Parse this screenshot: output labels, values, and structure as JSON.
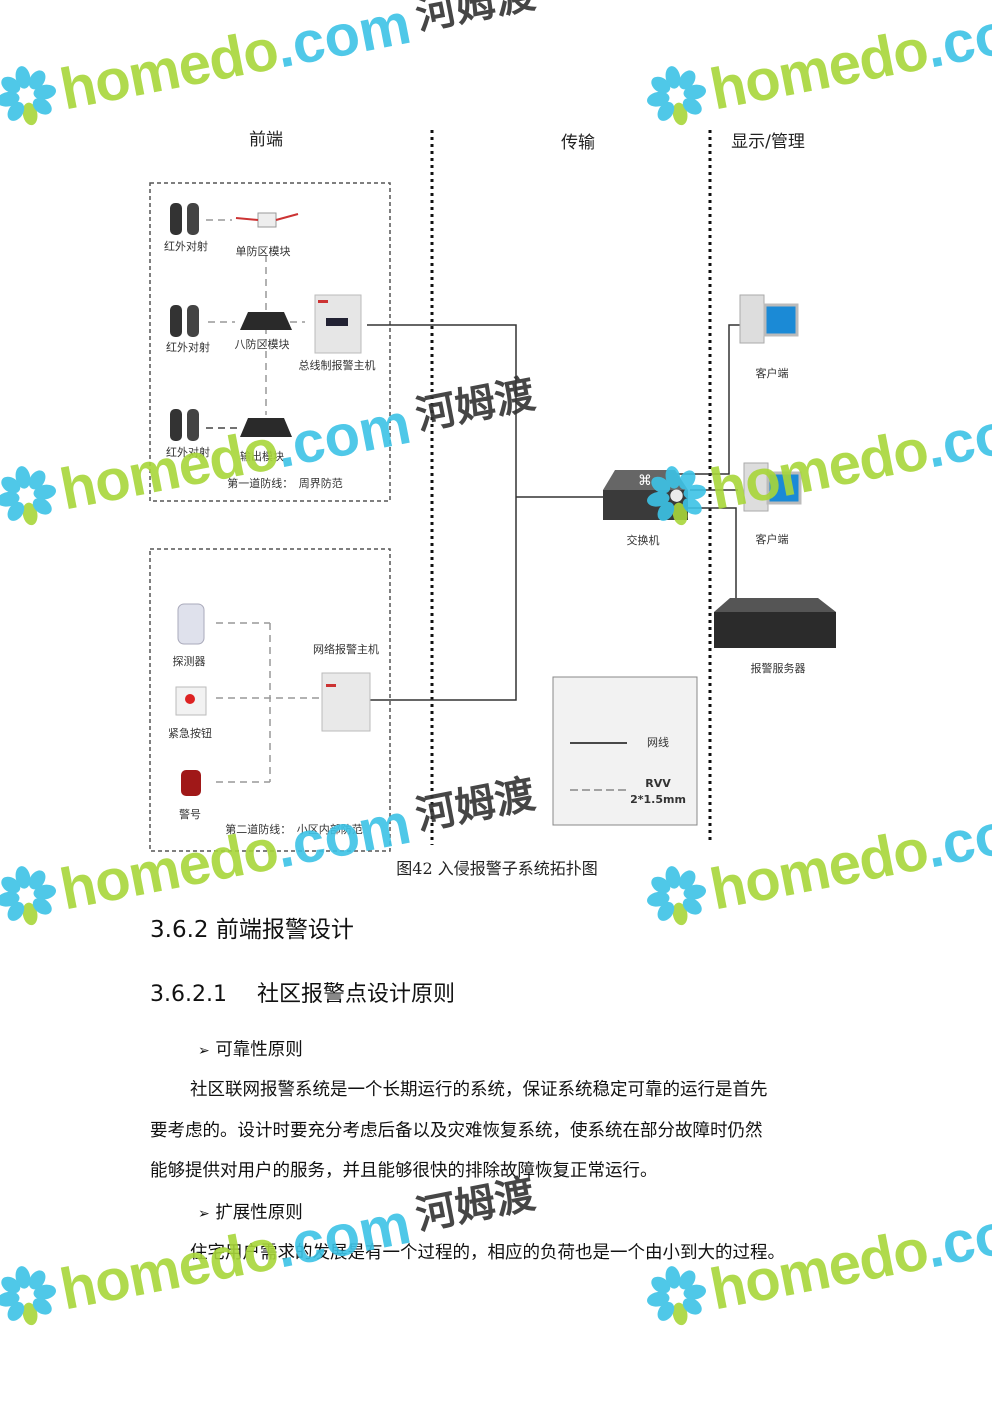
{
  "diagram": {
    "columns": {
      "front": "前端",
      "transmission": "传输",
      "display": "显示/管理"
    },
    "zone1": {
      "ir1": "红外对射",
      "single_module": "单防区模块",
      "ir2": "红外对射",
      "eight_module": "八防区模块",
      "bus_host": "总线制报警主机",
      "ir3": "红外对射",
      "output_module": "输出模块",
      "title": "第一道防线：　周界防范"
    },
    "zone2": {
      "detector": "探测器",
      "panic_button": "紧急按钮",
      "siren": "警号",
      "network_host": "网络报警主机",
      "title": "第二道防线：　小区内部防范"
    },
    "switch": "交换机",
    "client1": "客户端",
    "client2": "客户端",
    "server": "报警服务器",
    "legend": {
      "network": "网线",
      "rvv_line1": "RVV",
      "rvv_line2": "2*1.5mm"
    },
    "caption": "图42 入侵报警子系统拓扑图"
  },
  "section": {
    "heading": "3.6.2 前端报警设计",
    "subheading_num": "3.6.2.1",
    "subheading_text": "社区报警点设计原则",
    "bullet1": "可靠性原则",
    "para1": [
      "社区联网报警系统是一个长期运行的系统，保证系统稳定可靠的运行是首先",
      "要考虑的。设计时要充分考虑后备以及灾难恢复系统，使系统在部分故障时仍然",
      "能够提供对用户的服务，并且能够很快的排除故障恢复正常运行。"
    ],
    "bullet2": "扩展性原则",
    "para2": [
      "住宅用户需求的发展是有一个过程的，相应的负荷也是一个由小到大的过程。"
    ],
    "bullet_glyph": "➢"
  },
  "watermark": {
    "brand": "homedo",
    "domain": ".com",
    "cn": "河姆渡"
  },
  "colors": {
    "wm_green": "#a8d63a",
    "wm_cyan": "#3cc3e6"
  }
}
